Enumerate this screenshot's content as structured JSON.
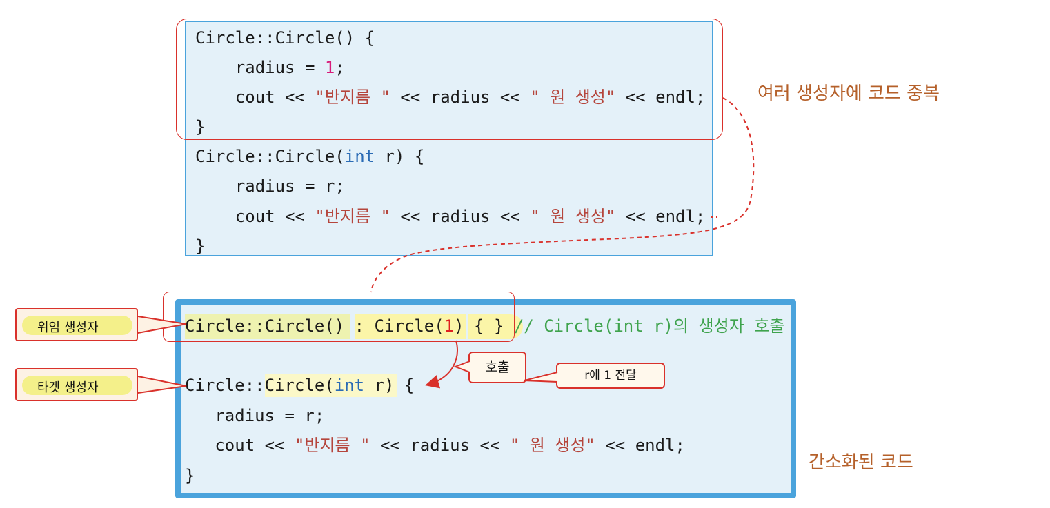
{
  "top_code": {
    "line1": "Circle::Circle() {",
    "line2a": "    radius = ",
    "line2b": "1",
    "line2c": ";",
    "line3a": "    cout << ",
    "line3b": "\"반지름 \"",
    "line3c": " << radius << ",
    "line3d": "\" 원 생성\"",
    "line3e": " << endl;",
    "line4": "}",
    "line5a": "Circle::Circle(",
    "line5b": "int",
    "line5c": " r) {",
    "line6": "    radius = r;",
    "line7a": "    cout << ",
    "line7b": "\"반지름 \"",
    "line7c": " << radius << ",
    "line7d": "\" 원 생성\"",
    "line7e": " << endl;",
    "line8": "}"
  },
  "bottom_code": {
    "line1a": "Circle::Circle()",
    "line1b": " : Circle(",
    "line1c": "1",
    "line1d": ")",
    "line1e": " { }",
    "line1f": " // Circle(int r)의 생성자 호출",
    "line2a": "Circle::",
    "line2b": "Circle(",
    "line2c": "int",
    "line2d": " r)",
    "line2e": " {",
    "line3": "   radius = r;",
    "line4a": "   cout << ",
    "line4b": "\"반지름 \"",
    "line4c": " << radius << ",
    "line4d": "\" 원 생성\"",
    "line4e": " << endl;",
    "line5": "}"
  },
  "labels": {
    "duplicate": "여러 생성자에  코드 중복",
    "simplified": "간소화된 코드",
    "delegating": "위임 생성자",
    "target": "타겟 생성자",
    "call": "호출",
    "pass": "r에 1 전달"
  },
  "colors": {
    "accent_red": "#d9312b",
    "box_blue": "#4aa3dc",
    "box_fill": "#e4f1f9",
    "label_brown": "#b5602a",
    "string_red": "#b5453c",
    "keyword_blue": "#2a6bb5",
    "comment_green": "#3fa34d",
    "highlight_yellow": "#fbf5a8"
  }
}
